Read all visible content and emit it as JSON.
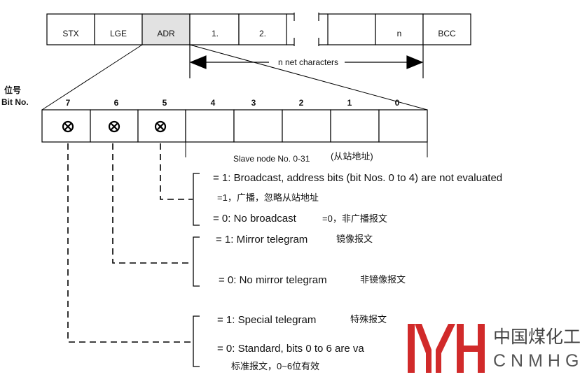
{
  "frame": {
    "cells": [
      "STX",
      "LGE",
      "ADR",
      "1.",
      "2.",
      "n",
      "BCC"
    ],
    "span_label": "n net characters"
  },
  "bit_field": {
    "row_label_cn": "位号",
    "row_label_en": "Bit No.",
    "bit_numbers": [
      "7",
      "6",
      "5",
      "4",
      "3",
      "2",
      "1",
      "0"
    ],
    "slave_label": "Slave node No. 0-31",
    "slave_label_cn": "(从站地址)"
  },
  "bit5": {
    "line1": "= 1: Broadcast, address bits (bit Nos. 0 to 4) are not evaluated",
    "line1_cn": "=1，广播，忽略从站地址",
    "line2": "= 0: No broadcast",
    "line2_cn": "=0，非广播报文"
  },
  "bit6": {
    "line1": "= 1: Mirror telegram",
    "line1_cn": "镜像报文",
    "line2": "= 0: No mirror telegram",
    "line2_cn": "非镜像报文"
  },
  "bit7": {
    "line1": "= 1: Special telegram",
    "line1_cn": "特殊报文",
    "line2": "= 0: Standard, bits 0 to 6 are va",
    "line2_cn": "标准报文，0~6位有效"
  },
  "watermark": {
    "text_cn": "中国煤化工",
    "text_en": "CNMHG"
  }
}
